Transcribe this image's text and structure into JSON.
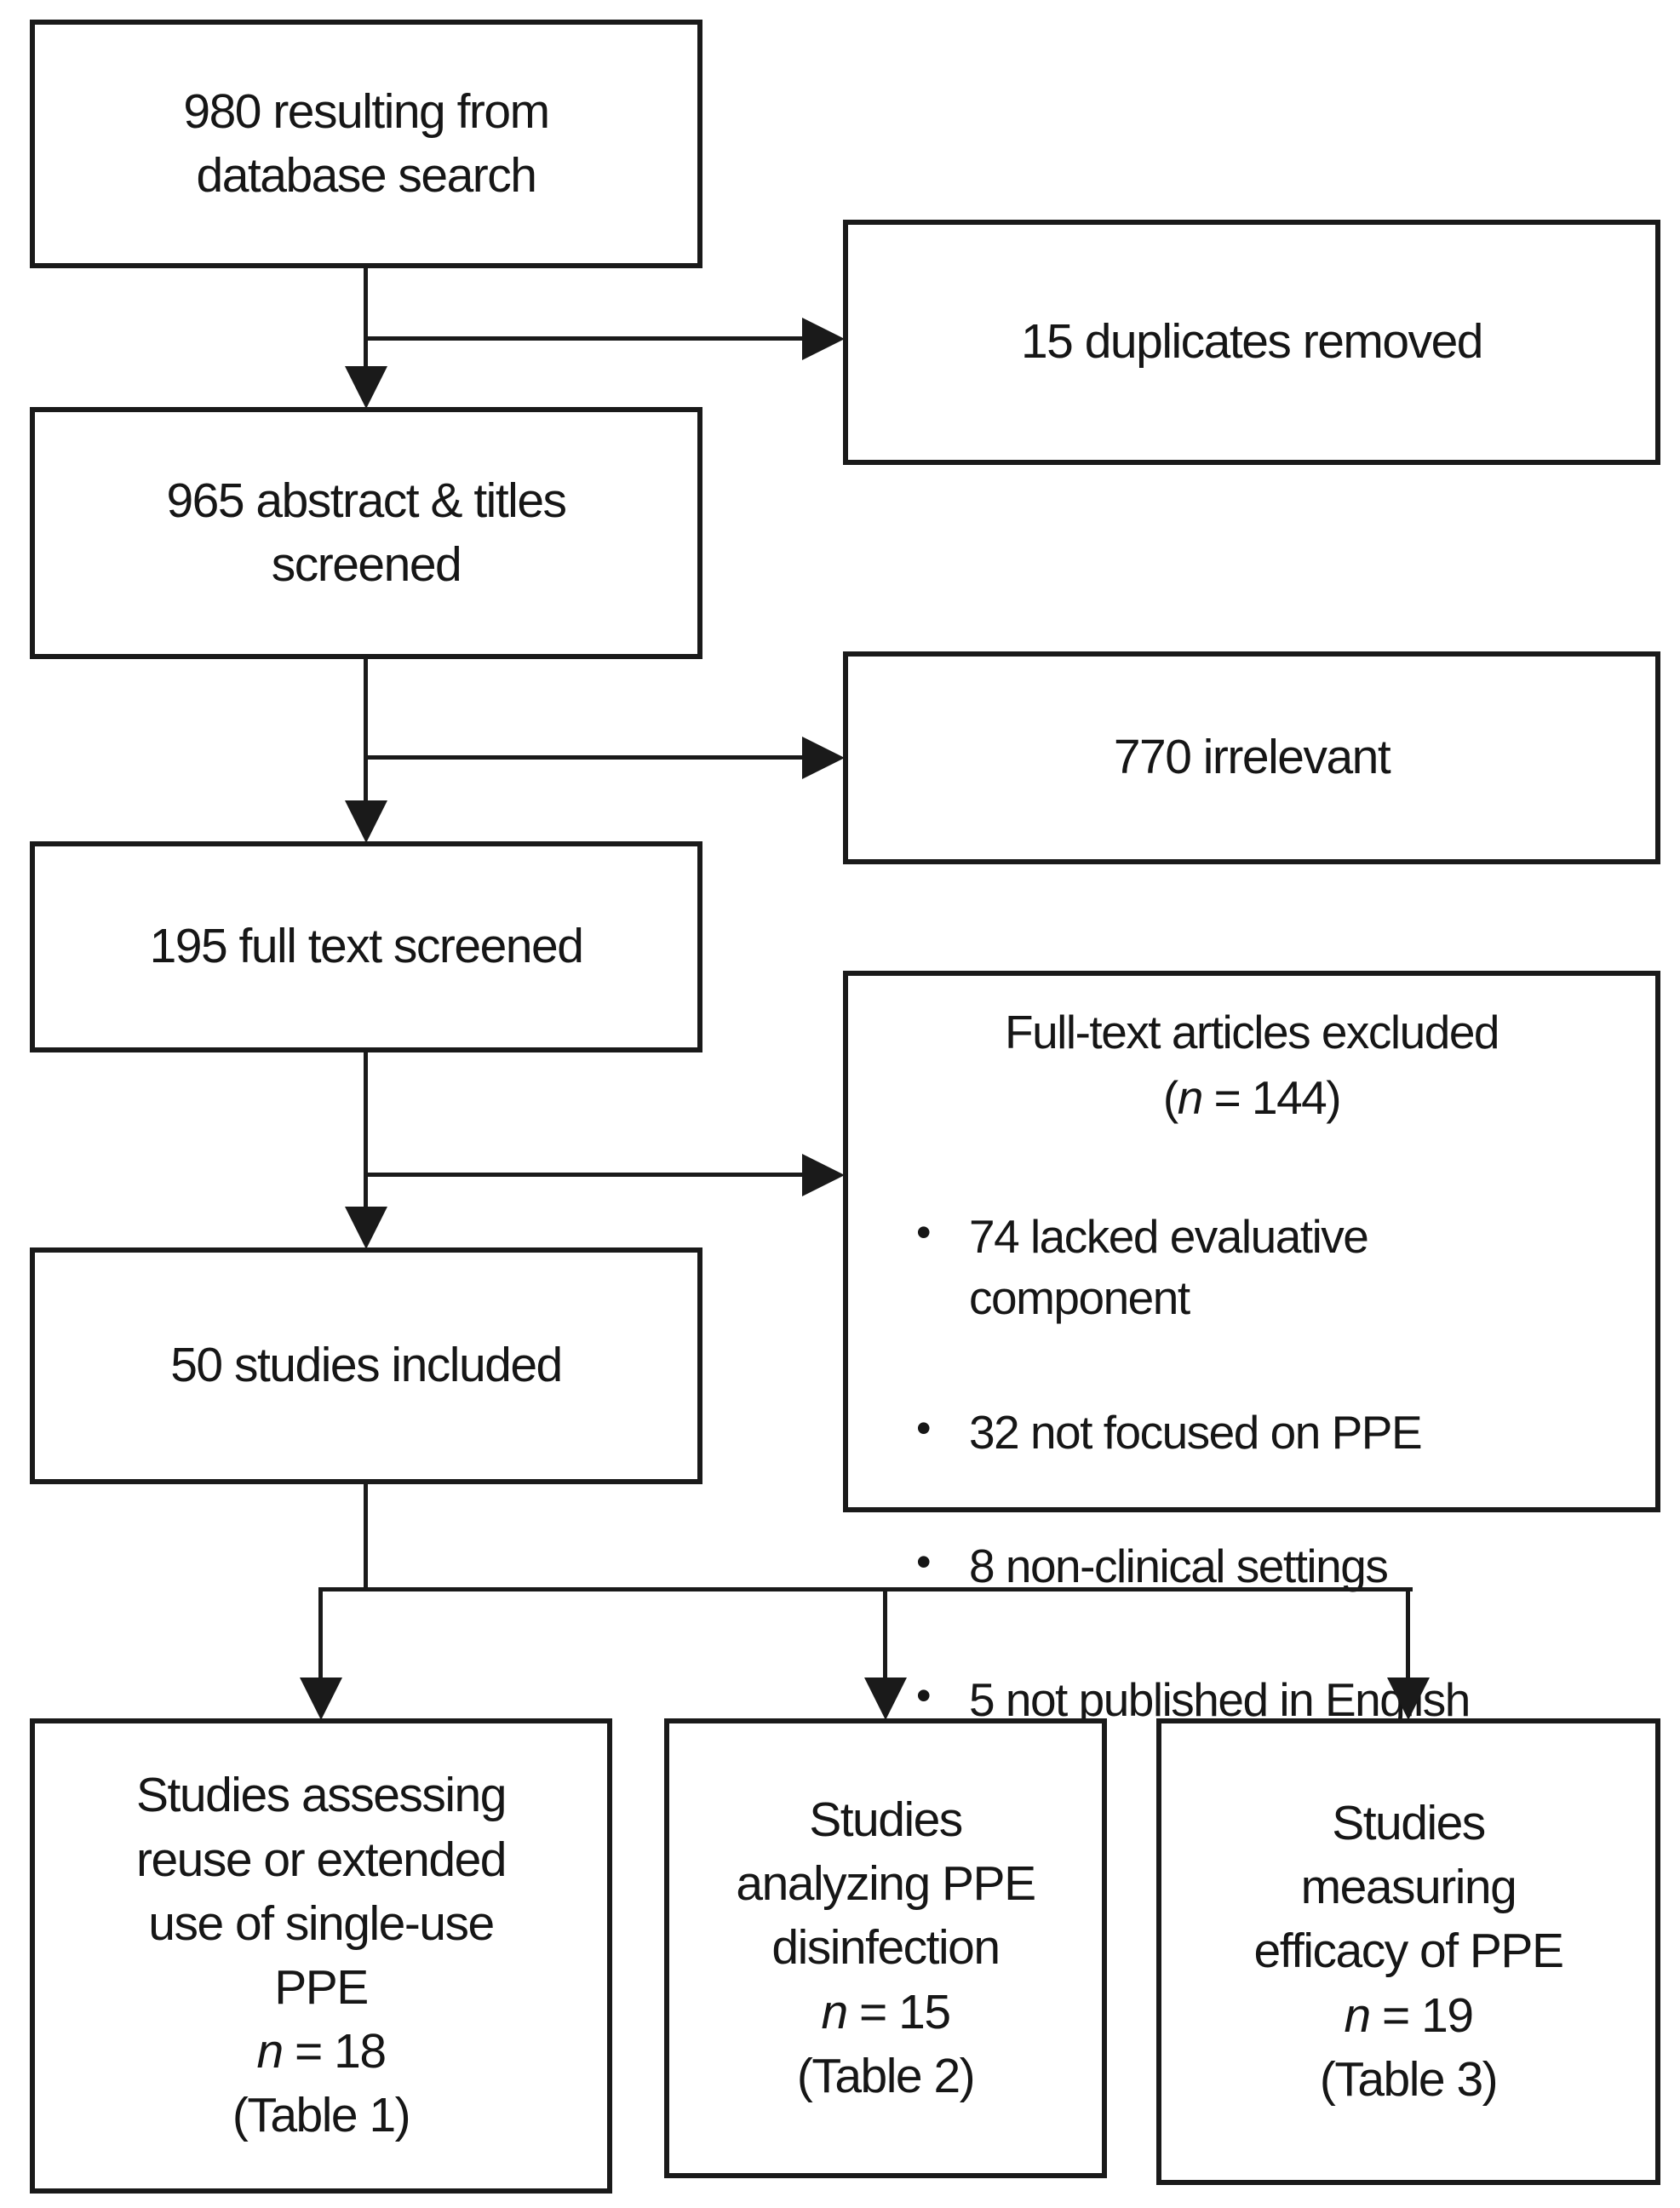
{
  "flowchart": {
    "screening_boxes": {
      "database_search": "980 resulting from\ndatabase search",
      "abstracts_screened": "965 abstract & titles\nscreened",
      "fulltext_screened": "195 full text screened",
      "studies_included": "50 studies included"
    },
    "exclusion_boxes": {
      "duplicates_removed": "15 duplicates removed",
      "irrelevant": "770 irrelevant",
      "fulltext_excluded": {
        "title": "Full-text articles excluded",
        "count_open": "(",
        "count_n": "n",
        "count_tail": " = 144)",
        "bullets": [
          "74 lacked evaluative\ncomponent",
          "32 not focused on PPE",
          "8 non-clinical settings",
          "5 not published in English"
        ]
      }
    },
    "outcome_boxes": [
      {
        "title": "Studies assessing\nreuse or extended\nuse of single-use\nPPE",
        "n": "n",
        "n_tail": " = 18",
        "table_ref": "(Table 1)"
      },
      {
        "title": "Studies\nanalyzing PPE\ndisinfection",
        "n": "n",
        "n_tail": " = 15",
        "table_ref": "(Table 2)"
      },
      {
        "title": "Studies\nmeasuring\nefficacy of PPE",
        "n": "n",
        "n_tail": " = 19",
        "table_ref": "(Table 3)"
      }
    ],
    "colors": {
      "background": "#ffffff",
      "line": "#1a1a1a",
      "text": "#161616"
    }
  }
}
